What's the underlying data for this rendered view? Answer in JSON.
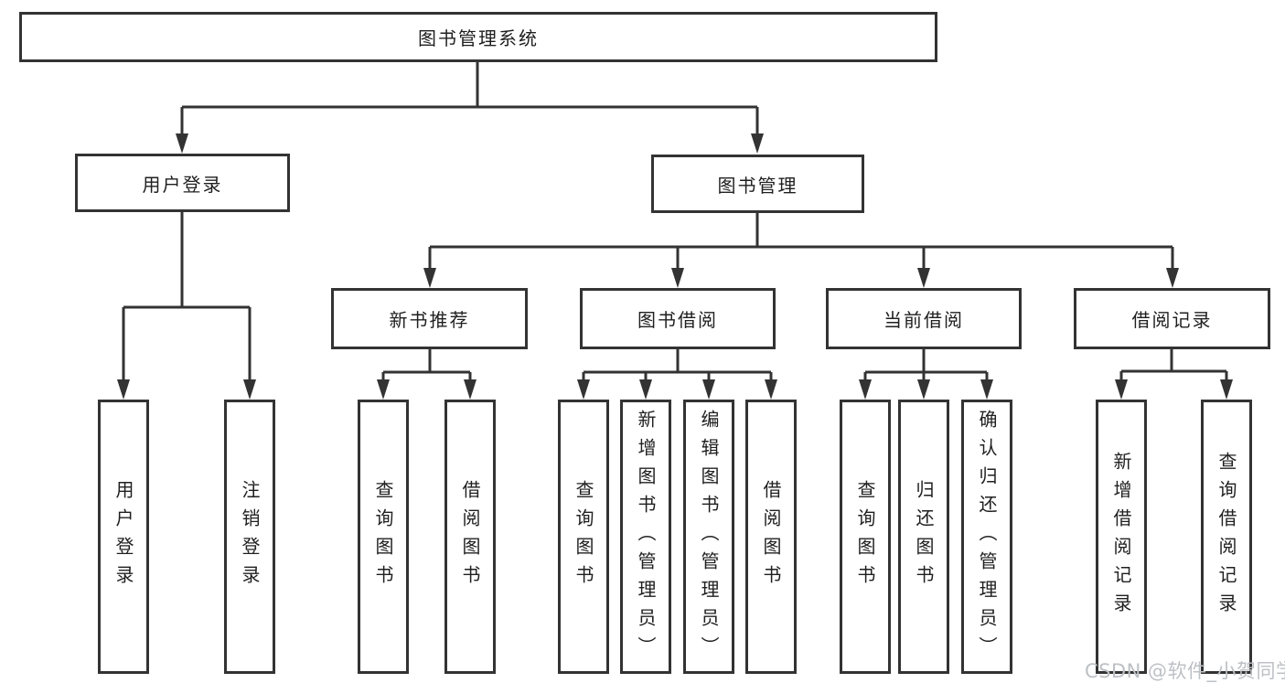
{
  "diagram": {
    "tree": {
      "label": "图书管理系统",
      "children": [
        {
          "label": "用户登录",
          "children": [
            {
              "label": "用户登录"
            },
            {
              "label": "注销登录"
            }
          ]
        },
        {
          "label": "图书管理",
          "children": [
            {
              "label": "新书推荐",
              "children": [
                {
                  "label": "查询图书"
                },
                {
                  "label": "借阅图书"
                }
              ]
            },
            {
              "label": "图书借阅",
              "children": [
                {
                  "label": "查询图书"
                },
                {
                  "label": "新增图书（管理员）"
                },
                {
                  "label": "编辑图书（管理员）"
                },
                {
                  "label": "借阅图书"
                }
              ]
            },
            {
              "label": "当前借阅",
              "children": [
                {
                  "label": "查询图书"
                },
                {
                  "label": "归还图书"
                },
                {
                  "label": "确认归还（管理员）"
                }
              ]
            },
            {
              "label": "借阅记录",
              "children": [
                {
                  "label": "新增借阅记录"
                },
                {
                  "label": "查询借阅记录"
                }
              ]
            }
          ]
        }
      ]
    },
    "colors": {
      "line": "#333333",
      "box_border": "#333333",
      "text": "#1f1f1f",
      "background": "#ffffff",
      "watermark": "#bdc0c5"
    }
  },
  "watermark": {
    "text": "CSDN @软件_小贺同学"
  }
}
